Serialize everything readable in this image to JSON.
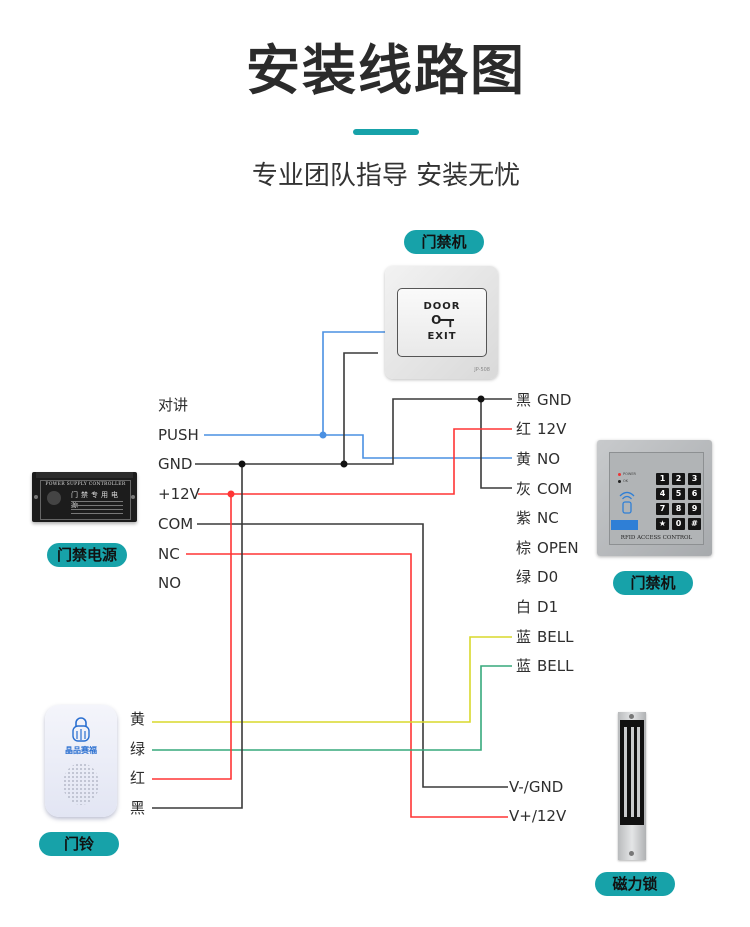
{
  "header": {
    "title": "安装线路图",
    "subtitle": "专业团队指导 安装无忧",
    "accent_color": "#17a2a9"
  },
  "badge_color": "#17a2a9",
  "devices": {
    "exit_button": {
      "badge": "门禁机",
      "label_top": "DOOR",
      "key_glyph": "O━┳",
      "label_bottom": "EXIT",
      "model": "JP-508"
    },
    "power_supply": {
      "badge": "门禁电源",
      "panel_title": "POWER SUPPLY CONTROLLER",
      "panel_name": "门禁专用电源"
    },
    "access_control": {
      "badge": "门禁机",
      "indicators": [
        "POWER",
        "OK"
      ],
      "keys": [
        "1",
        "2",
        "3",
        "4",
        "5",
        "6",
        "7",
        "8",
        "9",
        "★",
        "0",
        "#"
      ],
      "footer": "RFID ACCESS CONTROL"
    },
    "doorbell": {
      "badge": "门铃",
      "brand": "晶品赛福"
    },
    "magnetic_lock": {
      "badge": "磁力锁"
    }
  },
  "power_terminals": [
    "对讲",
    "PUSH",
    "GND",
    "+12V",
    "COM",
    "NC",
    "NO"
  ],
  "access_terminals": [
    {
      "color": "黑",
      "name": "GND"
    },
    {
      "color": "红",
      "name": "12V"
    },
    {
      "color": "黄",
      "name": "NO"
    },
    {
      "color": "灰",
      "name": "COM"
    },
    {
      "color": "紫",
      "name": "NC"
    },
    {
      "color": "棕",
      "name": "OPEN"
    },
    {
      "color": "绿",
      "name": "D0"
    },
    {
      "color": "白",
      "name": "D1"
    },
    {
      "color": "蓝",
      "name": "BELL"
    },
    {
      "color": "蓝",
      "name": "BELL"
    }
  ],
  "bell_terminals": [
    "黄",
    "绿",
    "红",
    "黑"
  ],
  "lock_terminals": [
    "V-/GND",
    "V+/12V"
  ],
  "wire_colors": {
    "blue": "#4a90e2",
    "black": "#3a3a3a",
    "red": "#ff3535",
    "yellow": "#d9d92c",
    "green": "#36a97c"
  },
  "wires": [
    {
      "from": "门禁机 (exit button)",
      "to": "PUSH",
      "color": "blue"
    },
    {
      "from": "PUSH",
      "to": "黄 NO",
      "color": "blue"
    },
    {
      "from": "门禁机 (exit button)",
      "to": "GND",
      "color": "black"
    },
    {
      "from": "GND",
      "to": "黑 GND",
      "color": "black"
    },
    {
      "from": "黑 GND",
      "to": "灰 COM",
      "color": "black"
    },
    {
      "from": "+12V",
      "to": "红 12V",
      "color": "red"
    },
    {
      "from": "COM",
      "to": "V-/GND",
      "color": "black"
    },
    {
      "from": "NC",
      "to": "V+/12V",
      "color": "red"
    },
    {
      "from": "黄 (门铃)",
      "to": "蓝 BELL",
      "color": "yellow"
    },
    {
      "from": "绿 (门铃)",
      "to": "蓝 BELL",
      "color": "green"
    },
    {
      "from": "红 (门铃)",
      "to": "+12V",
      "color": "red"
    },
    {
      "from": "黑 (门铃)",
      "to": "GND",
      "color": "black"
    }
  ],
  "junctions": [
    "blue",
    "black",
    "black",
    "black",
    "red"
  ]
}
